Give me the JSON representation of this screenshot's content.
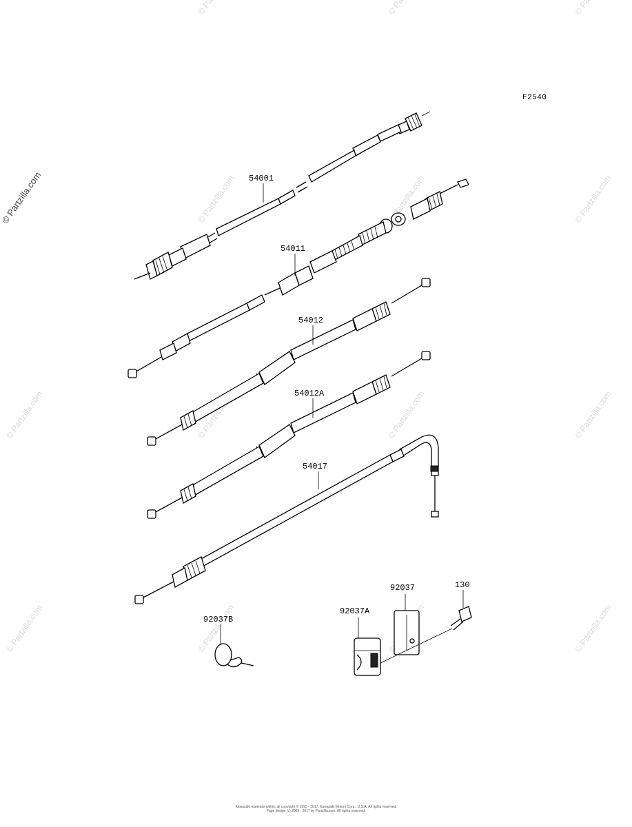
{
  "figure_code": "F2540",
  "parts": [
    {
      "id": "p54001",
      "number": "54001"
    },
    {
      "id": "p54011",
      "number": "54011"
    },
    {
      "id": "p54012",
      "number": "54012"
    },
    {
      "id": "p54012A",
      "number": "54012A"
    },
    {
      "id": "p54017",
      "number": "54017"
    },
    {
      "id": "p92037B",
      "number": "92037B"
    },
    {
      "id": "p92037A",
      "number": "92037A"
    },
    {
      "id": "p92037",
      "number": "92037"
    },
    {
      "id": "p130",
      "number": "130"
    }
  ],
  "watermark": {
    "text": "© Partzilla.com"
  },
  "footer": {
    "line1": "Kawasaki materials within, all copyright © 1995 - 2017, Kawasaki Motors Corp., U.S.A. All rights reserved.",
    "line2": "Page design (c) 2003 - 2017 by Partzilla.com. All rights reserved."
  }
}
